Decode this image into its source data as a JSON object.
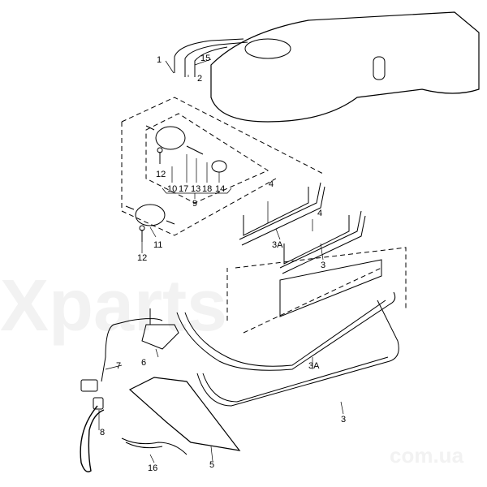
{
  "watermark": {
    "brand": "Xparts",
    "domain": "com.ua"
  },
  "labels": [
    {
      "id": "l1",
      "text": "1"
    },
    {
      "id": "l15",
      "text": "15"
    },
    {
      "id": "l2",
      "text": "2"
    },
    {
      "id": "l12a",
      "text": "12"
    },
    {
      "id": "l10",
      "text": "10"
    },
    {
      "id": "l17",
      "text": "17"
    },
    {
      "id": "l13",
      "text": "13"
    },
    {
      "id": "l18",
      "text": "18"
    },
    {
      "id": "l14",
      "text": "14"
    },
    {
      "id": "l9",
      "text": "9"
    },
    {
      "id": "l11",
      "text": "11"
    },
    {
      "id": "l12b",
      "text": "12"
    },
    {
      "id": "l4a",
      "text": "4"
    },
    {
      "id": "l3Aa",
      "text": "3A"
    },
    {
      "id": "l4b",
      "text": "4"
    },
    {
      "id": "l3a",
      "text": "3"
    },
    {
      "id": "l7",
      "text": "7"
    },
    {
      "id": "l6",
      "text": "6"
    },
    {
      "id": "l3Ab",
      "text": "3A"
    },
    {
      "id": "l8",
      "text": "8"
    },
    {
      "id": "l16",
      "text": "16"
    },
    {
      "id": "l5",
      "text": "5"
    },
    {
      "id": "l3b",
      "text": "3"
    }
  ]
}
